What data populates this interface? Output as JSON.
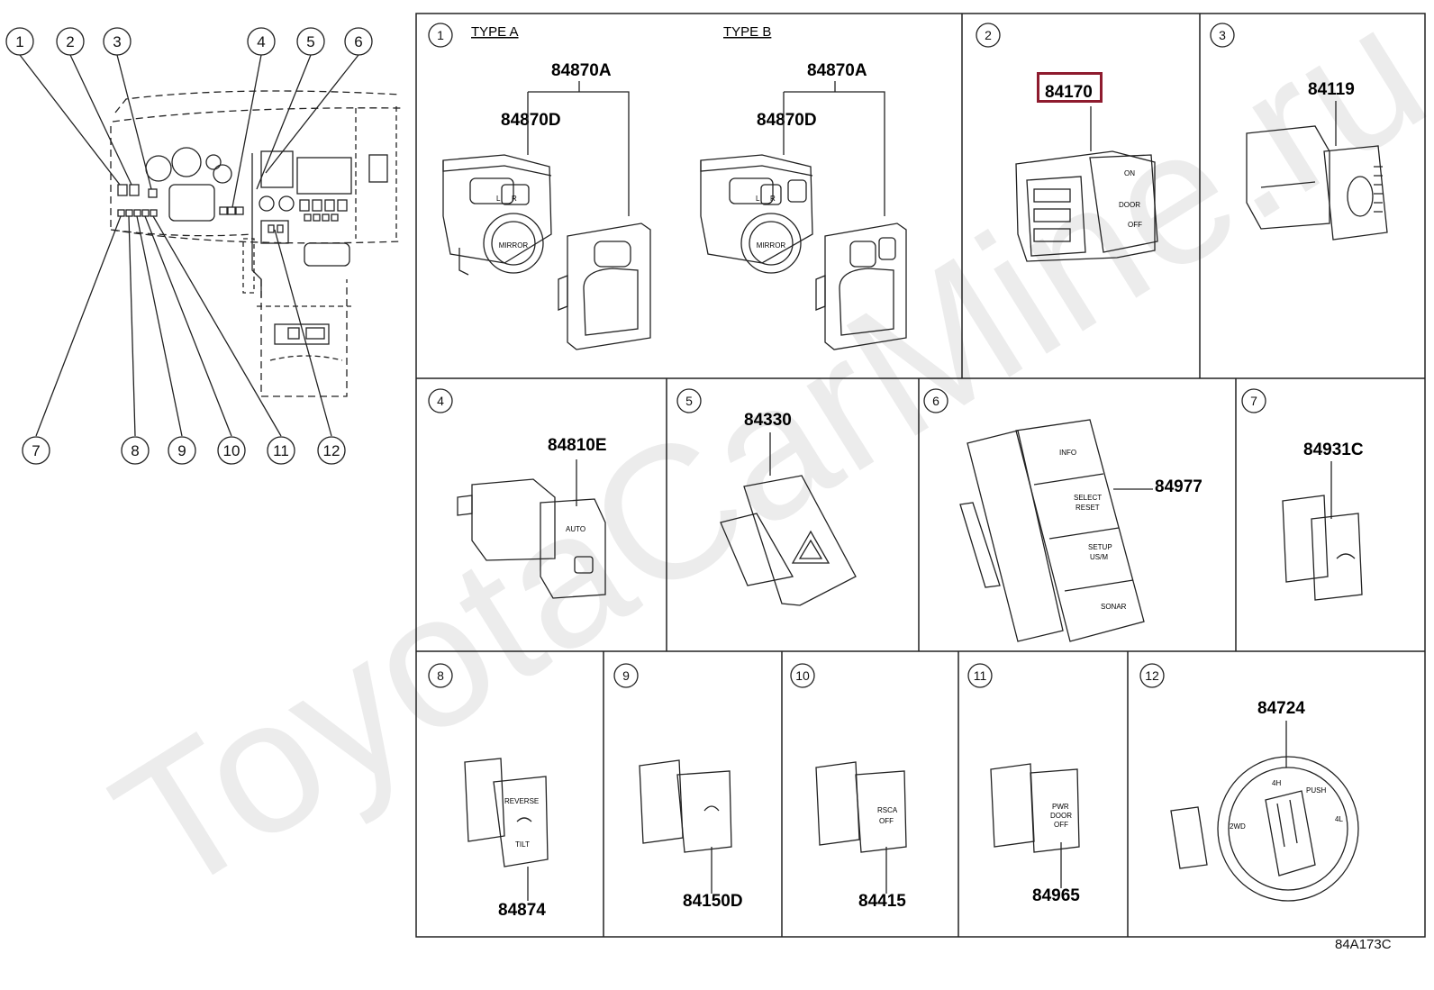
{
  "watermark": "ToyotaCarMine.ru",
  "diagram_code": "84A173C",
  "highlight_color": "#8e1b2e",
  "overview_callouts": [
    "1",
    "2",
    "3",
    "4",
    "5",
    "6",
    "7",
    "8",
    "9",
    "10",
    "11",
    "12"
  ],
  "panels": [
    {
      "num": "1",
      "types": [
        "TYPE A",
        "TYPE B"
      ],
      "parts": [
        "84870A",
        "84870D",
        "84870A",
        "84870D"
      ],
      "labels": [
        "L",
        "R",
        "MIRROR"
      ]
    },
    {
      "num": "2",
      "parts": [
        "84170"
      ],
      "labels": [
        "ON",
        "DOOR",
        "OFF"
      ],
      "highlighted": true
    },
    {
      "num": "3",
      "parts": [
        "84119"
      ]
    },
    {
      "num": "4",
      "parts": [
        "84810E"
      ],
      "labels": [
        "AUTO"
      ]
    },
    {
      "num": "5",
      "parts": [
        "84330"
      ]
    },
    {
      "num": "6",
      "parts": [
        "84977"
      ],
      "labels": [
        "INFO",
        "SELECT",
        "RESET",
        "SETUP",
        "US/M",
        "SONAR"
      ]
    },
    {
      "num": "7",
      "parts": [
        "84931C"
      ]
    },
    {
      "num": "8",
      "parts": [
        "84874"
      ],
      "labels": [
        "REVERSE",
        "TILT"
      ]
    },
    {
      "num": "9",
      "parts": [
        "84150D"
      ]
    },
    {
      "num": "10",
      "parts": [
        "84415"
      ],
      "labels": [
        "RSCA",
        "OFF"
      ]
    },
    {
      "num": "11",
      "parts": [
        "84965"
      ],
      "labels": [
        "PWR",
        "DOOR",
        "OFF"
      ]
    },
    {
      "num": "12",
      "parts": [
        "84724"
      ],
      "labels": [
        "2WD",
        "4H",
        "PUSH",
        "4L"
      ]
    }
  ]
}
